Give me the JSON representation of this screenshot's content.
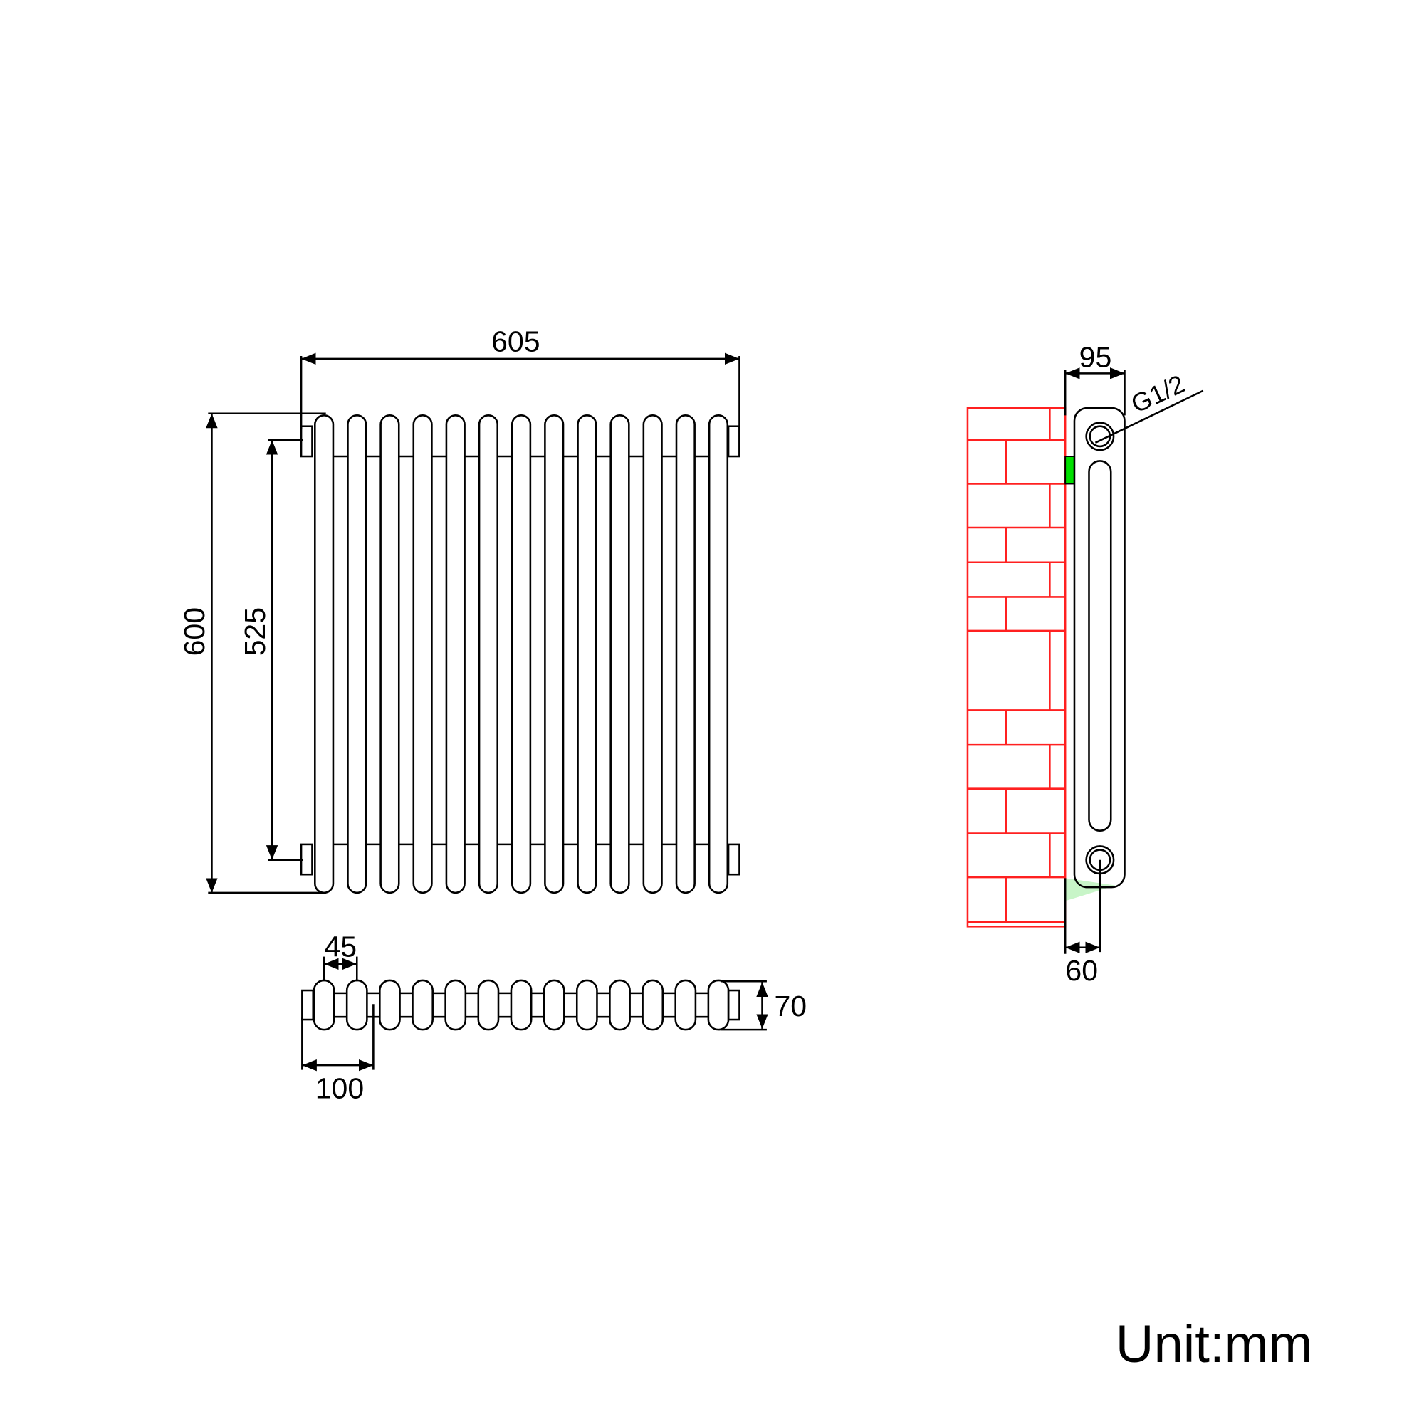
{
  "dimensions": {
    "width": "605",
    "height": "600",
    "pipe_centres": "525",
    "column_pitch": "45",
    "end_offset": "100",
    "section_depth": "70",
    "overall_depth": "95",
    "wall_gap": "60",
    "connection": "G1/2"
  },
  "unit_label": "Unit:mm",
  "column_count": 13,
  "colors": {
    "wall": "#ff2020",
    "bracket": "#00e000",
    "bracket_shadow": "#c8f5c8",
    "line": "#000000"
  }
}
